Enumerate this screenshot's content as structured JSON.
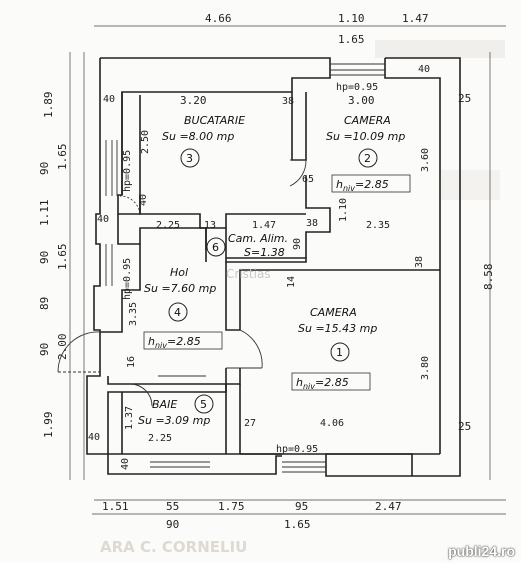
{
  "top_dims": [
    "4.66",
    "1.10",
    "1.47",
    "1.65"
  ],
  "left_dims": [
    "1.89",
    "90",
    "1.65",
    "1.11",
    "90",
    "1.65",
    "89",
    "90",
    "2.00",
    "1.99"
  ],
  "right_dims": [
    "25",
    "8.58",
    "25"
  ],
  "bottom_dims": [
    "1.51",
    "55",
    "1.75",
    "95",
    "2.47",
    "90",
    "1.65"
  ],
  "inner_dims": {
    "bucatarie_width": "3.20",
    "camera2_width": "3.00",
    "hp_top": "hp=0.95",
    "hp_bottom": "hp=0.95",
    "hp_left_upper": "hp=0.95",
    "hp_left_lower": "hp=0.95",
    "w40_a": "40",
    "w40_b": "40",
    "w40_c": "40",
    "w40_d": "40",
    "w40_e": "40",
    "w40_f": "40",
    "w38_a": "38",
    "w38_b": "38",
    "w38_c": "38",
    "w2_50": "2.50",
    "w3_60": "3.60",
    "w65": "65",
    "w1_10": "1.10",
    "w2_25_mid": "2.25",
    "w13": "13",
    "w1_47": "1.47",
    "w90": "90",
    "w2_35": "2.35",
    "w3_35": "3.35",
    "w3_80": "3.80",
    "w16": "16",
    "w1_37": "1.37",
    "w2_25_bot": "2.25",
    "w27": "27",
    "w4_06": "4.06",
    "w14": "14"
  },
  "rooms": [
    {
      "name": "BUCATARIE",
      "area": "Su =8.00 mp",
      "num": "3"
    },
    {
      "name": "CAMERA",
      "area": "Su =10.09 mp",
      "num": "2",
      "hniv": "=2.85"
    },
    {
      "name": "Cam. Alim.",
      "area": "S=1.38",
      "num": "6"
    },
    {
      "name": "Hol",
      "area": "Su =7.60 mp",
      "num": "4",
      "hniv": "=2.85"
    },
    {
      "name": "CAMERA",
      "area": "Su =15.43 mp",
      "num": "1",
      "hniv": "=2.85"
    },
    {
      "name": "BAIE",
      "area": "Su =3.09 mp",
      "num": "5"
    }
  ],
  "hniv_label": "h",
  "hniv_sub": "niv",
  "watermark": "Cristias",
  "faded_footer": "ARA C. CORNELIU",
  "badge": "publi24.ro"
}
